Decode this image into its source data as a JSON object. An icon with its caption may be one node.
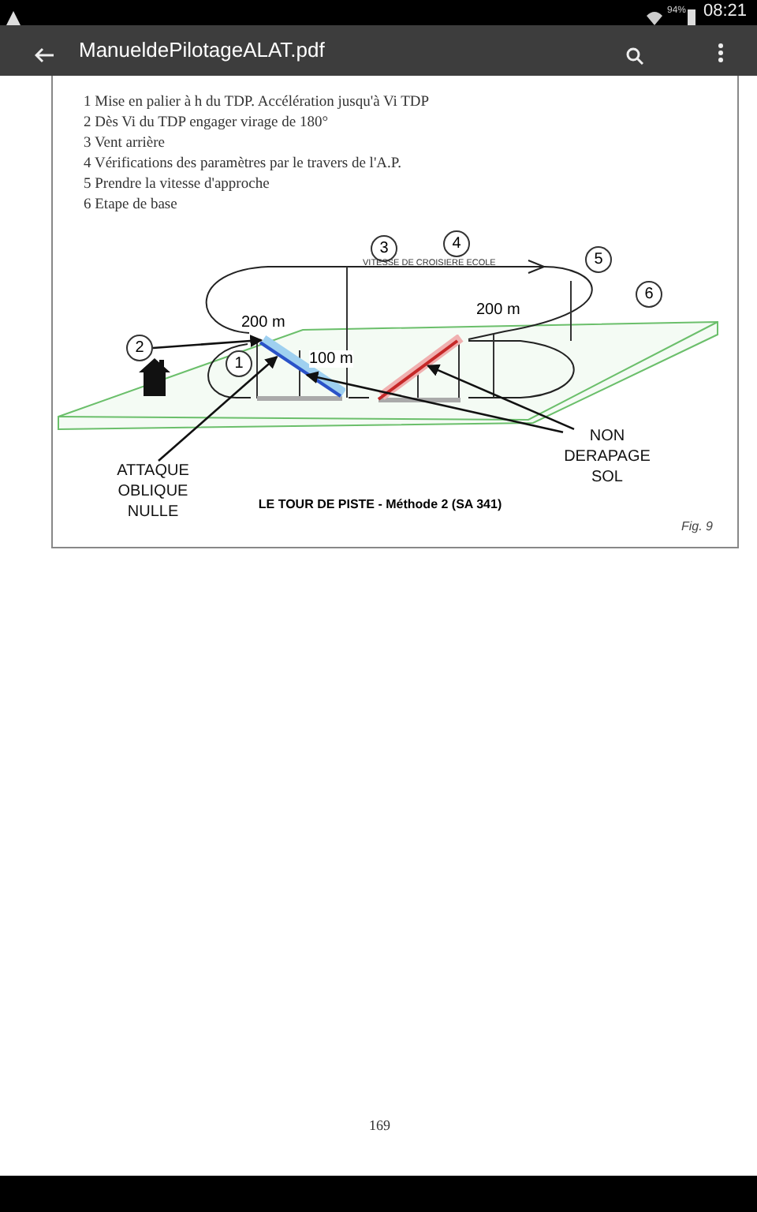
{
  "diagram": {
    "caption": "LE TOUR DE PISTE - Méthode 2 (SA 341)",
    "nodes": [
      {
        "text": [
          "3"
        ]
      },
      {
        "text": [
          "4"
        ]
      },
      {
        "text": [
          "5"
        ]
      },
      {
        "text": [
          "6"
        ]
      },
      {
        "text": [
          "2"
        ]
      },
      {
        "text": [
          "1"
        ]
      },
      {
        "text": [],
        "shape": "triangle"
      },
      {
        "text": [],
        "shape": "triangle"
      },
      {
        "text": [
          "ATTAQUE OBLIQUE NULLE"
        ]
      },
      {
        "text": [
          "NON DERAPAGE SOL"
        ]
      }
    ],
    "edges": [
      {
        "from": 4,
        "to": 6,
        "arrow": "to"
      },
      {
        "from": 8,
        "to": 6,
        "arrow": "to"
      },
      {
        "from": 9,
        "to": 6,
        "arrow": "to"
      },
      {
        "from": 9,
        "to": 7,
        "arrow": "to"
      }
    ],
    "labels": [
      "94%",
      "08:21",
      "ManueldePilotageALAT.pdf",
      "1 Mise en palier à h du TDP. Accélération jusqu'à Vi TDP",
      "2 Dès Vi du TDP engager virage de 180°",
      "3 Vent arrière",
      "4 Vérifications des paramètres par le travers de l'A.P.",
      "5 Prendre la vitesse d'approche",
      "6 Etape de base",
      "VITESSE DE CROISIERE ECOLE",
      "200 m",
      "200 m",
      "100 m",
      "Fig. 9",
      "169"
    ]
  }
}
